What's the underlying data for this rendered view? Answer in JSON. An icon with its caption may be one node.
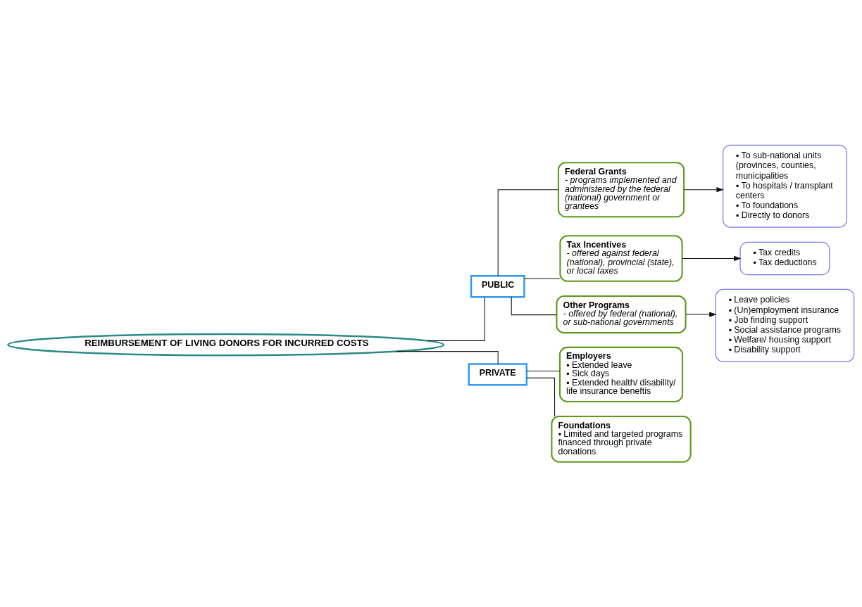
{
  "diagram": {
    "nodes": [
      {
        "text": [
          "REIMBURSEMENT OF LIVING DONORS FOR INCURRED COSTS"
        ]
      },
      {
        "text": [
          "PUBLIC"
        ]
      },
      {
        "text": [
          "PRIVATE"
        ]
      },
      {
        "text": [
          "Federal Grants",
          "- programs implemented and administered by the federal (national) government or grantees"
        ]
      },
      {
        "text": [
          "▪ To sub-national units (provinces, counties, municipalities",
          "▪ To hospitals / transplant centers",
          "▪ To foundations",
          "▪ Directly to donors"
        ]
      },
      {
        "text": [
          "Employers",
          "▪ Extended leave",
          "▪ Sick days",
          "▪ Extended health/ disability/ life insurance beneftis"
        ]
      },
      {
        "text": [
          "Tax Incentives",
          "- offered against federal (national), provincial (state), or local taxes"
        ]
      },
      {
        "text": [
          "▪ Tax credits",
          "▪ Tax deductions"
        ]
      },
      {
        "text": [
          "Foundations",
          "▪ Limited and targeted programs financed through private donations"
        ]
      },
      {
        "text": [
          "Other Programs",
          "- offered by federal (national), or sub-national governments"
        ]
      },
      {
        "text": [
          "▪ Leave policies",
          "▪ (Un)employment insurance",
          "▪ Job finding support",
          "▪ Social assistance programs",
          "▪ Welfare/ housing support",
          "▪ Disability support"
        ]
      }
    ],
    "edges": [
      {
        "from": 0,
        "to": 1,
        "arrow": "none"
      },
      {
        "from": 0,
        "to": 2,
        "arrow": "none"
      },
      {
        "from": 1,
        "to": 3,
        "arrow": "none"
      },
      {
        "from": 1,
        "to": 6,
        "arrow": "none"
      },
      {
        "from": 1,
        "to": 9,
        "arrow": "none"
      },
      {
        "from": 3,
        "to": 4,
        "arrow": "to"
      },
      {
        "from": 6,
        "to": 7,
        "arrow": "to"
      },
      {
        "from": 9,
        "to": 10,
        "arrow": "to"
      },
      {
        "from": 2,
        "to": 5,
        "arrow": "none"
      },
      {
        "from": 2,
        "to": 8,
        "arrow": "none"
      }
    ]
  }
}
